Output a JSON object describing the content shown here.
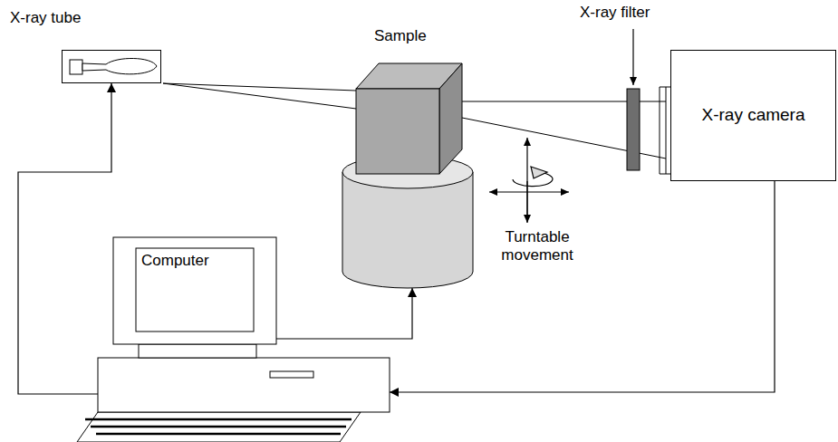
{
  "diagram": {
    "nodes": [
      {
        "text": [
          "X-ray tube"
        ]
      },
      {
        "text": [
          "X-ray camera"
        ]
      },
      {
        "text": [
          "Computer"
        ]
      },
      {
        "text": [
          "Turntable movement"
        ]
      }
    ],
    "edges": [
      {
        "from": 2,
        "to": 0,
        "arrow": "to"
      },
      {
        "from": 2,
        "to": 3,
        "arrow": "to"
      },
      {
        "from": 1,
        "to": 2,
        "arrow": "to"
      }
    ],
    "labels": [
      "Sample",
      "X-ray filter"
    ]
  }
}
